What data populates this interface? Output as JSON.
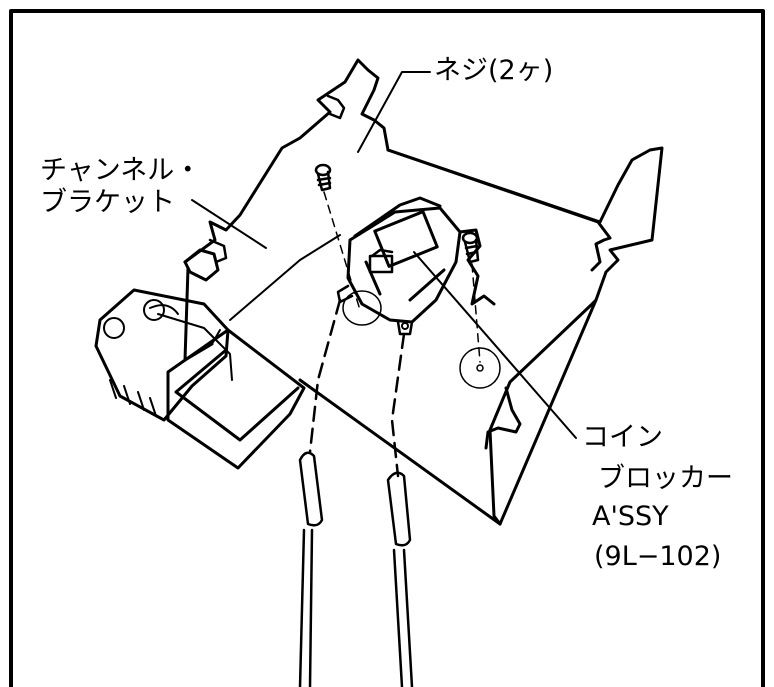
{
  "labels": {
    "screws": "ネジ(2ヶ)",
    "bracket_line1": "チャンネル・",
    "bracket_line2": "ブラケット",
    "blocker_line1": "コイン",
    "blocker_line2": "ブロッカー",
    "blocker_line3": "A'SSY",
    "blocker_line4": "(9L−102)"
  }
}
